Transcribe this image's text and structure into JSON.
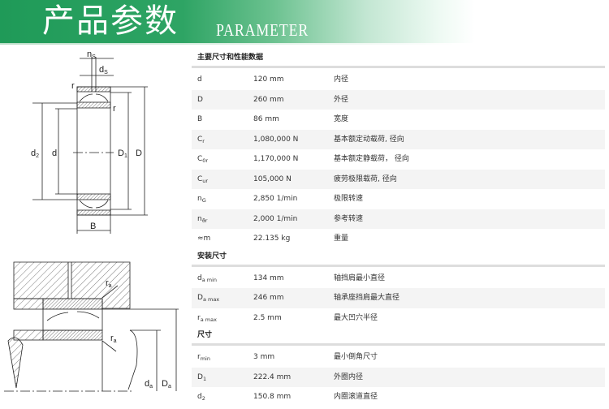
{
  "banner": {
    "title_cn": "产品参数",
    "title_en": "PARAMETER"
  },
  "sections": [
    {
      "title": "主要尺寸和性能数据",
      "rows": [
        {
          "sym": "d",
          "sub": "",
          "value": "120 mm",
          "desc": "内径"
        },
        {
          "sym": "D",
          "sub": "",
          "value": "260 mm",
          "desc": "外径"
        },
        {
          "sym": "B",
          "sub": "",
          "value": "86 mm",
          "desc": "宽度"
        },
        {
          "sym": "C",
          "sub": "r",
          "value": "1,080,000 N",
          "desc": "基本额定动载荷, 径向"
        },
        {
          "sym": "C",
          "sub": "0r",
          "value": "1,170,000 N",
          "desc": "基本额定静载荷， 径向"
        },
        {
          "sym": "C",
          "sub": "ur",
          "value": "105,000 N",
          "desc": "疲劳极限载荷, 径向"
        },
        {
          "sym": "n",
          "sub": "G",
          "value": "2,850 1/min",
          "desc": "极限转速"
        },
        {
          "sym": "n",
          "sub": "ϑr",
          "value": "2,000 1/min",
          "desc": "参考转速"
        },
        {
          "sym": "≈m",
          "sub": "",
          "value": "22.135 kg",
          "desc": "重量"
        }
      ]
    },
    {
      "title": "安装尺寸",
      "rows": [
        {
          "sym": "d",
          "sub": "a min",
          "value": "134 mm",
          "desc": "轴挡肩最小直径"
        },
        {
          "sym": "D",
          "sub": "a max",
          "value": "246 mm",
          "desc": "轴承座挡肩最大直径"
        },
        {
          "sym": "r",
          "sub": "a max",
          "value": "2.5 mm",
          "desc": "最大凹穴半径"
        }
      ]
    },
    {
      "title": "尺寸",
      "rows": [
        {
          "sym": "r",
          "sub": "min",
          "value": "3 mm",
          "desc": "最小倒角尺寸"
        },
        {
          "sym": "D",
          "sub": "1",
          "value": "222.4 mm",
          "desc": "外圈内径"
        },
        {
          "sym": "d",
          "sub": "2",
          "value": "150.8 mm",
          "desc": "内圈滚道直径"
        }
      ]
    }
  ],
  "diagram_top": {
    "ns": "n",
    "ns_sub": "S",
    "ds": "d",
    "ds_sub": "S",
    "r1": "r",
    "r2": "r",
    "d2": "d",
    "d2_sub": "2",
    "d": "d",
    "D1": "D",
    "D1_sub": "1",
    "D": "D",
    "B": "B"
  },
  "diagram_bottom": {
    "ra1": "r",
    "ra1_sub": "a",
    "ra2": "r",
    "ra2_sub": "a",
    "da": "d",
    "da_sub": "a",
    "Da": "D",
    "Da_sub": "a"
  }
}
